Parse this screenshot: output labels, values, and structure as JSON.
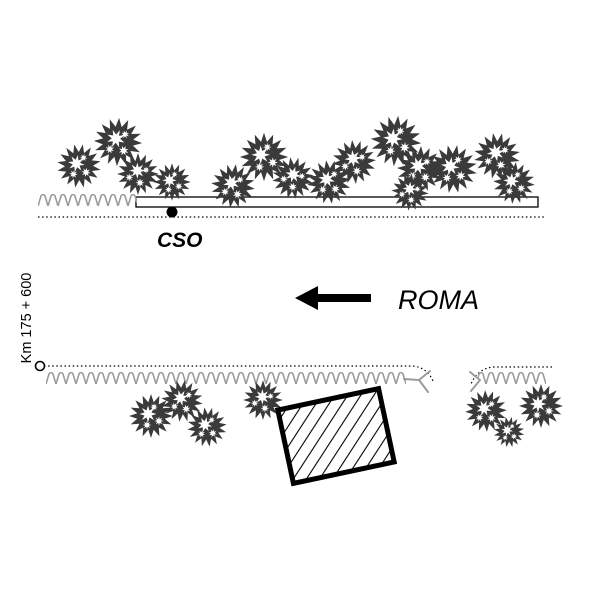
{
  "labels": {
    "station": "CSO",
    "km_marker": "Km 175 + 600",
    "direction": "ROMA"
  },
  "colors": {
    "tree": "#3a3a3a",
    "hedge": "#9b9b9b",
    "ink": "#000000"
  }
}
